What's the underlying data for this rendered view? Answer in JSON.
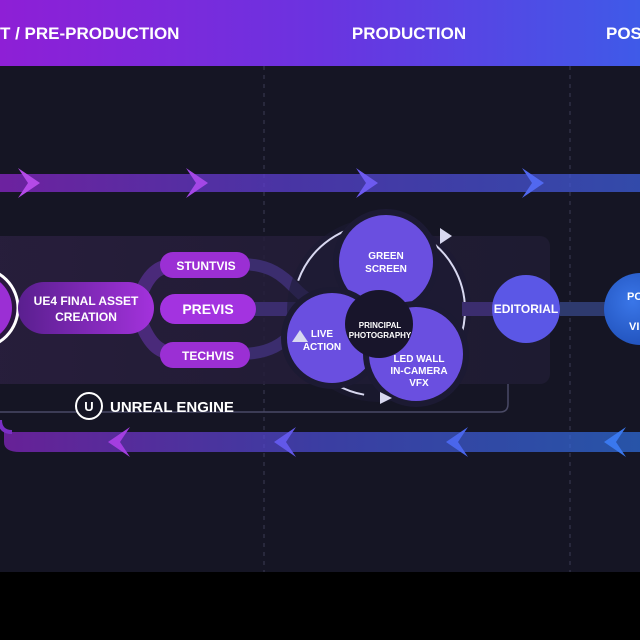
{
  "header": {
    "phases": [
      {
        "label": "T / PRE-PRODUCTION"
      },
      {
        "label": "PRODUCTION"
      },
      {
        "label": "POS"
      }
    ]
  },
  "previs_nodes": [
    {
      "label": "STUNTVIS"
    },
    {
      "label": "PREVIS"
    },
    {
      "label": "TECHVIS"
    }
  ],
  "asset_creation": {
    "line1": "UE4 FINAL ASSET",
    "line2": "CREATION"
  },
  "production_cycle": {
    "center_line1": "PRINCIPAL",
    "center_line2": "PHOTOGRAPHY",
    "green_screen_line1": "GREEN",
    "green_screen_line2": "SCREEN",
    "live_action_line1": "LIVE",
    "live_action_line2": "ACTION",
    "led_wall_line1": "LED WALL",
    "led_wall_line2": "IN-CAMERA",
    "led_wall_line3": "VFX"
  },
  "editorial": {
    "label": "EDITORIAL"
  },
  "post_node": {
    "line1": "PO",
    "line2": "VI"
  },
  "brand": {
    "name": "UNREAL ENGINE",
    "logo_letter": "U"
  },
  "colors": {
    "header_purple": "#8e1fd6",
    "header_blue": "#3f5ae8",
    "background": "#151524",
    "node_purple": "#9b2fd4",
    "node_violet": "#6a4fe0",
    "node_blue": "#3d63d8"
  }
}
